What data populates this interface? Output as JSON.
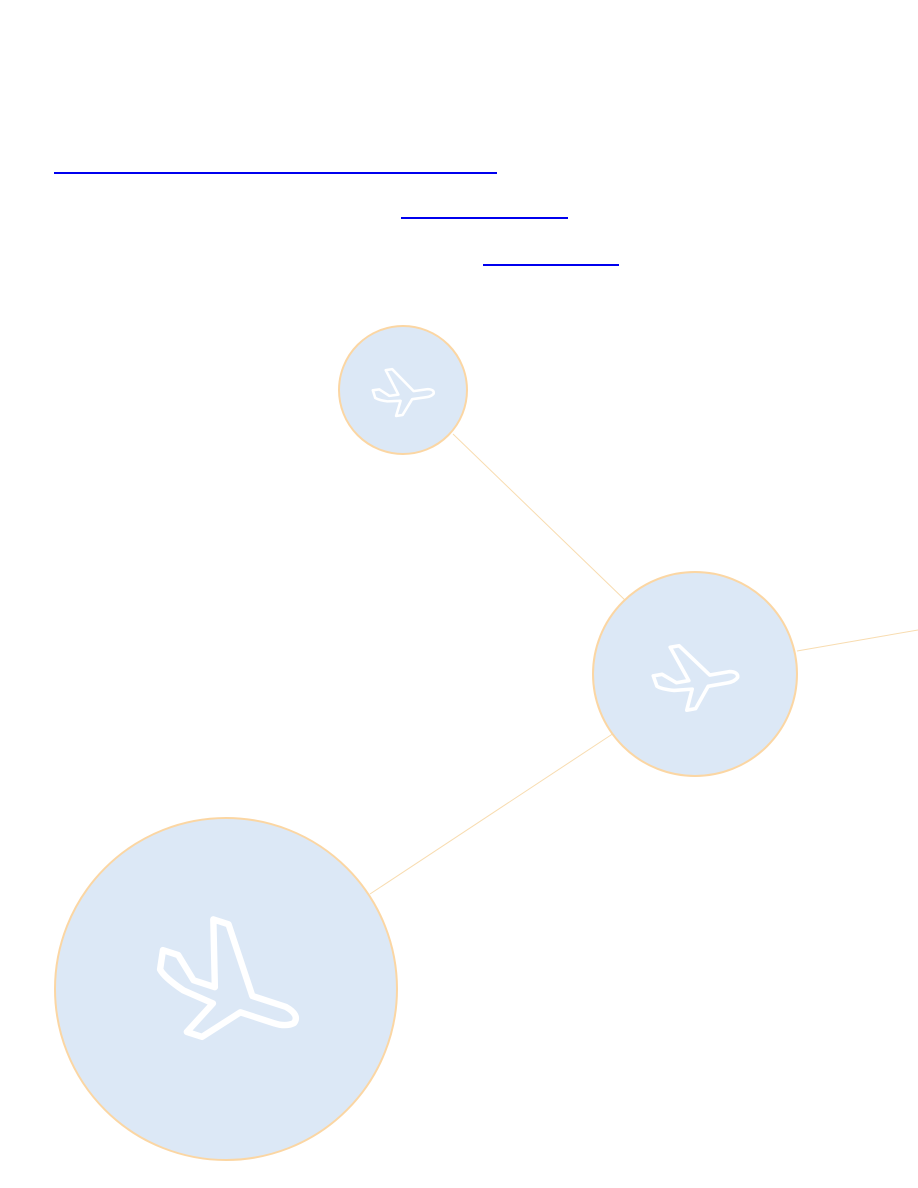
{
  "links": [
    {
      "id": "link-1",
      "text": ""
    },
    {
      "id": "link-2",
      "text": ""
    },
    {
      "id": "link-3",
      "text": ""
    }
  ],
  "colors": {
    "link": "#0000ee",
    "node_fill": "#dce8f6",
    "node_stroke": "#fbd6a3",
    "connector": "#f8dcb0",
    "icon": "#ffffff"
  },
  "nodes": [
    {
      "id": "node-small",
      "icon": "airplane-icon"
    },
    {
      "id": "node-medium",
      "icon": "airplane-icon"
    },
    {
      "id": "node-large",
      "icon": "airplane-landing-icon"
    }
  ]
}
